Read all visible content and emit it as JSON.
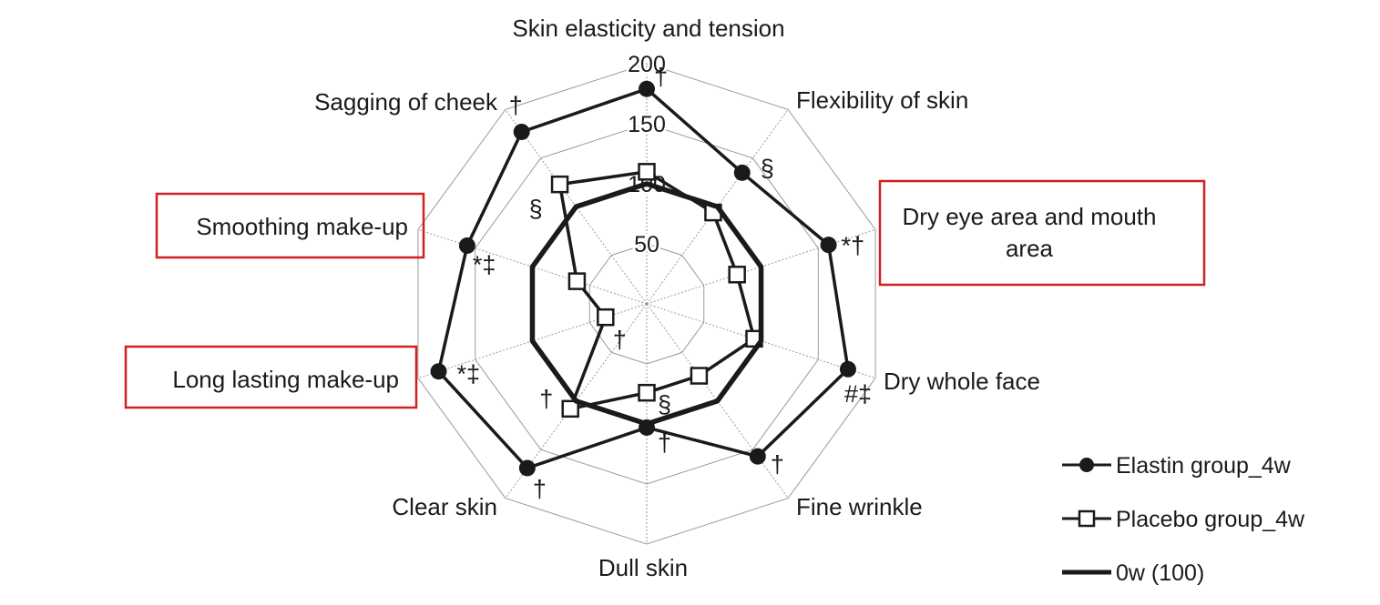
{
  "chart_data": {
    "type": "radar",
    "title": "",
    "categories": [
      "Skin elasticity and tension",
      "Flexibility of skin",
      "Dry eye area and mouth area",
      "Dry whole face",
      "Fine wrinkle",
      "Dull skin",
      "Clear skin",
      "Long lasting make-up",
      "Smoothing make-up",
      "Sagging of cheek"
    ],
    "category_lines": [
      [
        "Skin elasticity and tension"
      ],
      [
        "Flexibility of skin"
      ],
      [
        "Dry eye area and mouth",
        "area"
      ],
      [
        "Dry whole face"
      ],
      [
        "Fine wrinkle"
      ],
      [
        "Dull skin"
      ],
      [
        "Clear skin"
      ],
      [
        "Long lasting make-up"
      ],
      [
        "Smoothing make-up"
      ],
      [
        "Sagging of cheek"
      ]
    ],
    "highlighted_categories": [
      "Dry eye area and mouth area",
      "Long lasting make-up",
      "Smoothing make-up"
    ],
    "rlim": [
      0,
      200
    ],
    "ticks": [
      50,
      100,
      150,
      200
    ],
    "grid": true,
    "legend_position": "bottom-right",
    "series": [
      {
        "name": "Elastin group_4w",
        "marker": "filled-circle",
        "values": [
          179,
          135,
          159,
          176,
          157,
          103,
          169,
          182,
          157,
          177
        ],
        "significance": [
          "†",
          "§",
          "*†",
          "#‡",
          "†",
          "†",
          "†",
          "*‡",
          "*‡",
          "†"
        ]
      },
      {
        "name": "Placebo group_4w",
        "marker": "open-square",
        "values": [
          110,
          94,
          79,
          94,
          74,
          74,
          108,
          36,
          61,
          123
        ],
        "significance": [
          "",
          "",
          "",
          "",
          "",
          "§",
          "†",
          "†",
          "",
          "§"
        ]
      },
      {
        "name": "0w (100)",
        "marker": "none",
        "values": [
          100,
          100,
          100,
          100,
          100,
          100,
          100,
          100,
          100,
          100
        ],
        "significance": [
          "",
          "",
          "",
          "",
          "",
          "",
          "",
          "",
          "",
          ""
        ]
      }
    ]
  },
  "colors": {
    "series_line": "#1a1a1a",
    "grid": "#9a9a9a",
    "highlight_box": "#d02020"
  }
}
